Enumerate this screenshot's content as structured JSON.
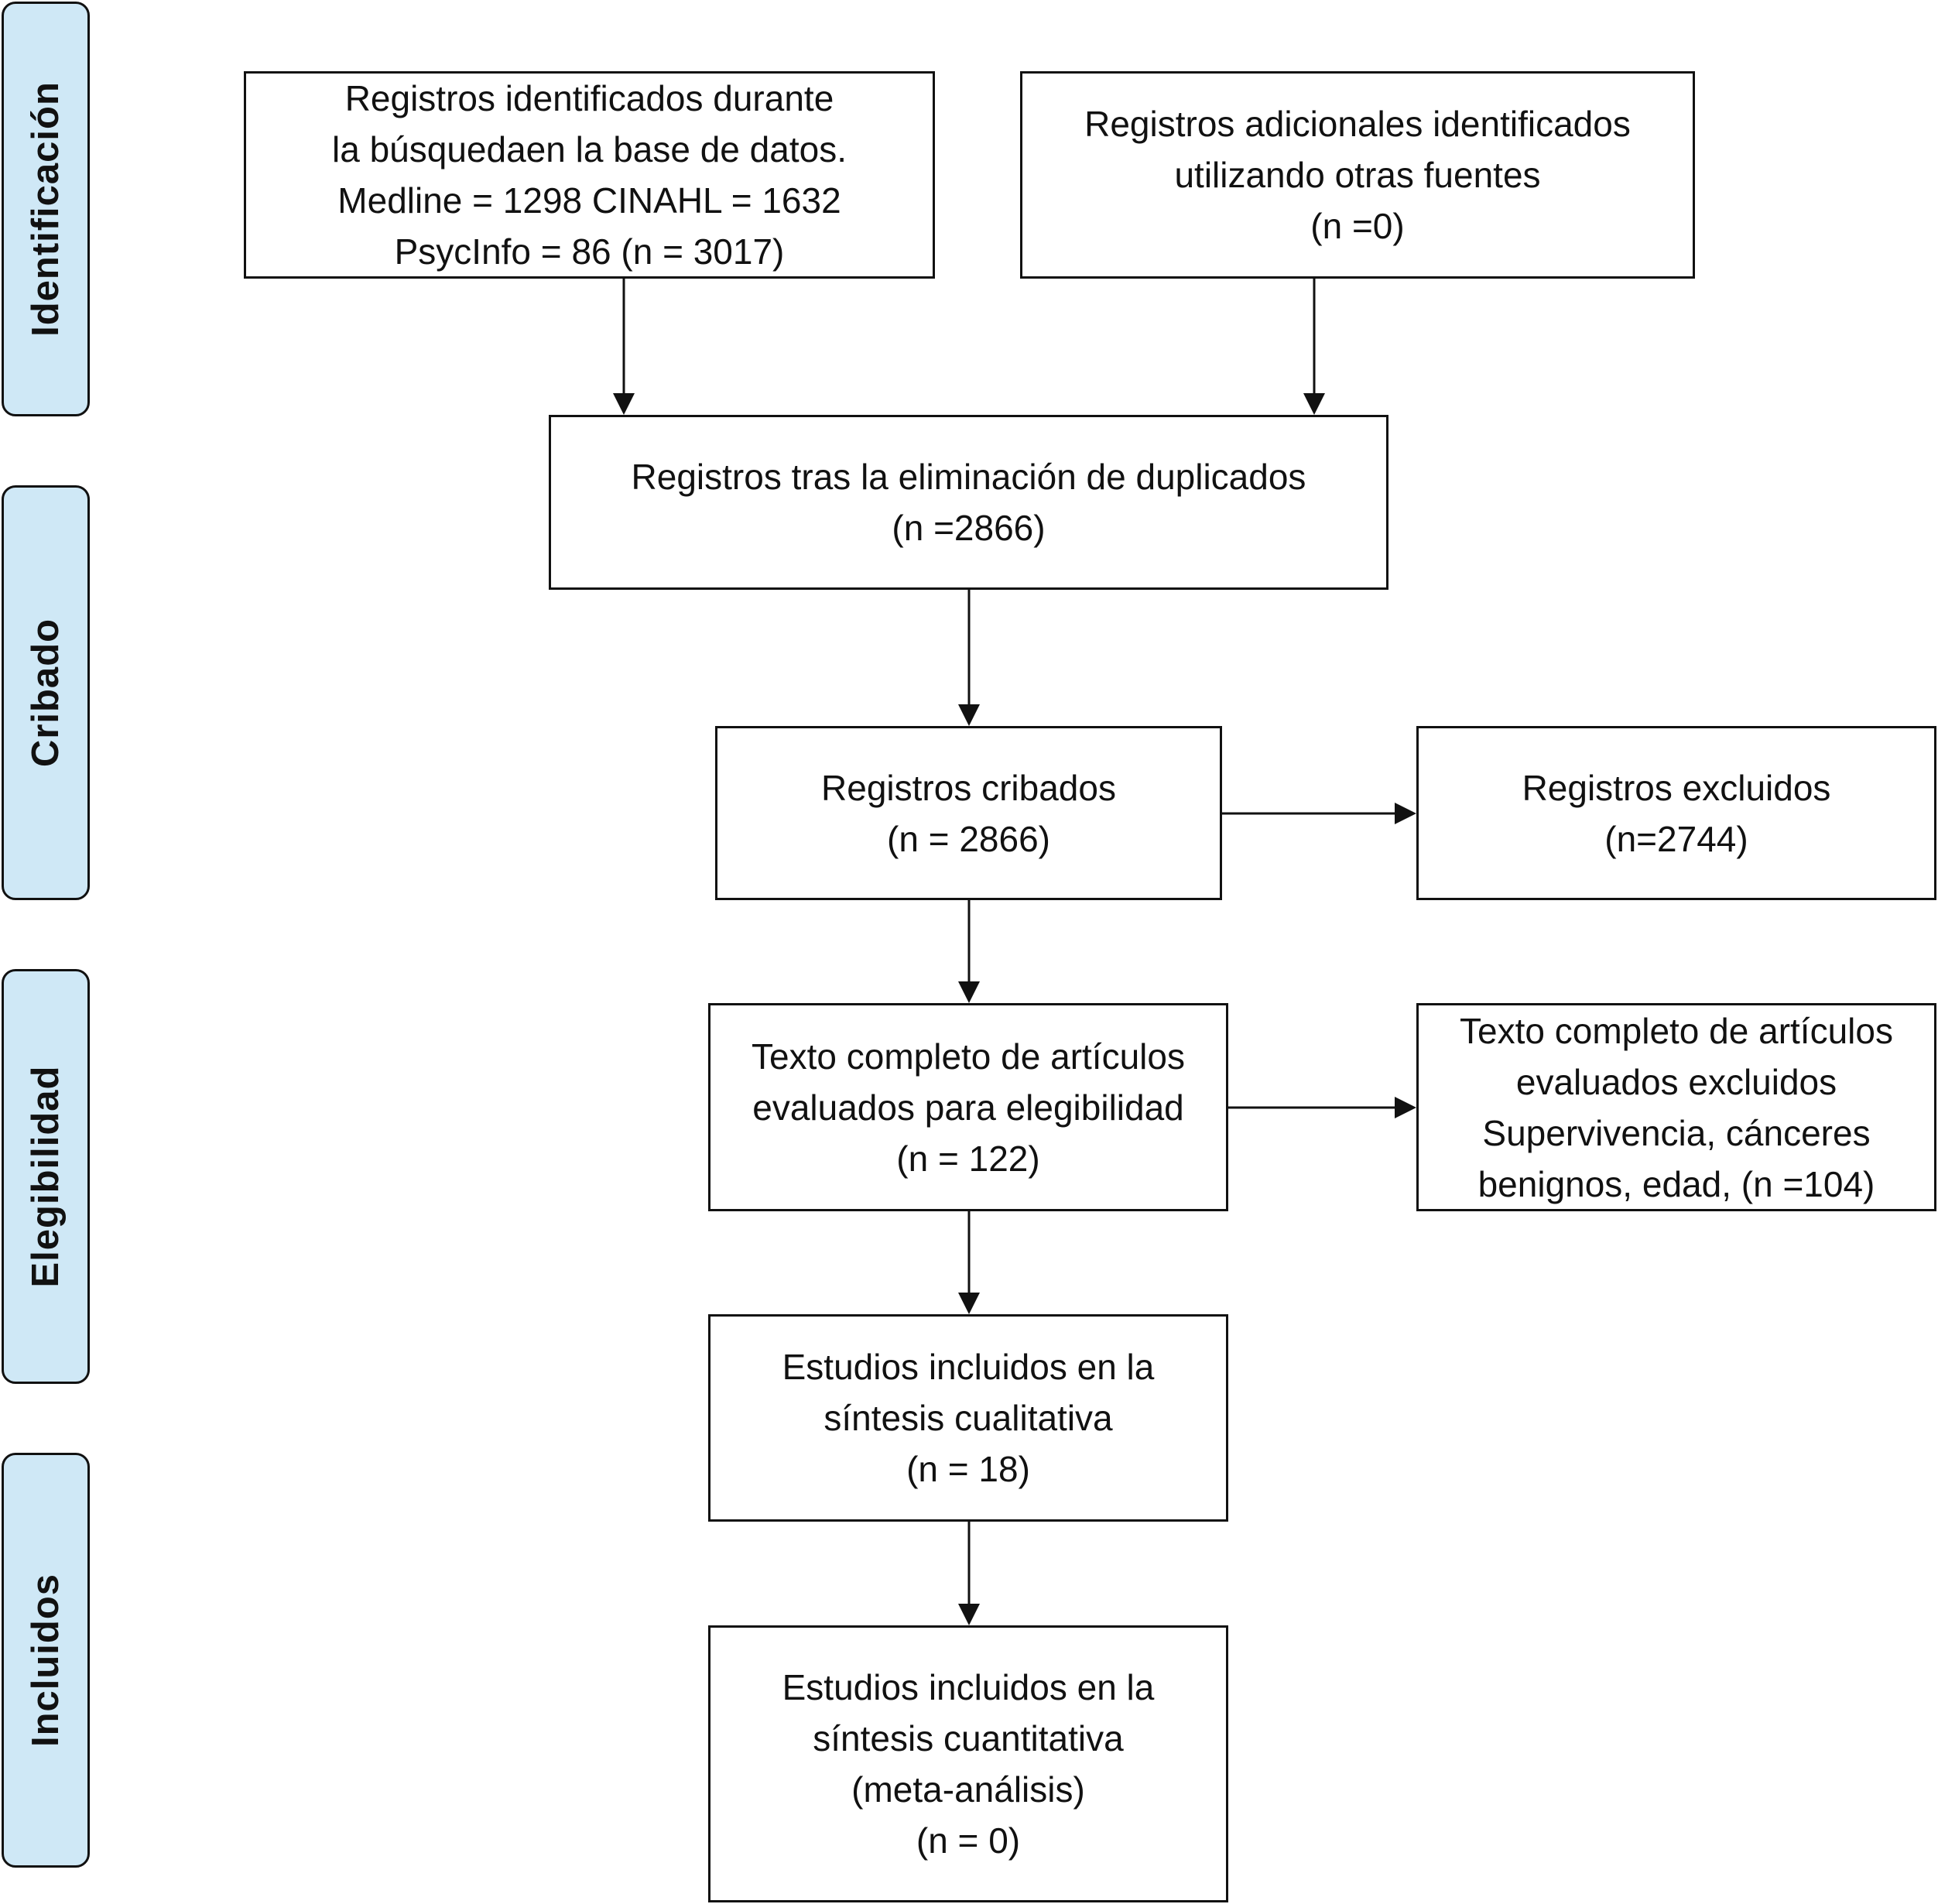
{
  "colors": {
    "phase_tab_fill": "#cfe8f6",
    "stroke": "#111111",
    "box_fill": "#ffffff"
  },
  "phases": {
    "identificacion": "Identificación",
    "cribado": "Cribado",
    "elegibilidad": "Elegibilidad",
    "incluidos": "Incluidos"
  },
  "boxes": {
    "database_search": {
      "lines": [
        "Registros identificados durante",
        "la búsquedaen la base de datos.",
        "Medline = 1298 CINAHL = 1632",
        "PsycInfo = 86 (n = 3017)"
      ]
    },
    "other_sources": {
      "lines": [
        "Registros adicionales identificados",
        "utilizando otras fuentes",
        "(n =0)"
      ]
    },
    "after_duplicates": {
      "lines": [
        "Registros tras la eliminación de duplicados",
        "(n =2866)"
      ]
    },
    "screened": {
      "lines": [
        "Registros cribados",
        "(n = 2866)"
      ]
    },
    "excluded": {
      "lines": [
        "Registros excluidos",
        "(n=2744)"
      ]
    },
    "full_text": {
      "lines": [
        "Texto completo de artículos",
        "evaluados para elegibilidad",
        "(n = 122)"
      ]
    },
    "full_text_excluded": {
      "lines": [
        "Texto completo de artículos",
        "evaluados excluidos",
        "Supervivencia, cánceres",
        "benignos, edad, (n =104)"
      ]
    },
    "qualitative": {
      "lines": [
        "Estudios incluidos en la",
        "síntesis cualitativa",
        "(n = 18)"
      ]
    },
    "quantitative": {
      "lines": [
        "Estudios incluidos en la",
        "síntesis cuantitativa",
        "(meta-análisis)",
        "(n = 0)"
      ]
    }
  }
}
